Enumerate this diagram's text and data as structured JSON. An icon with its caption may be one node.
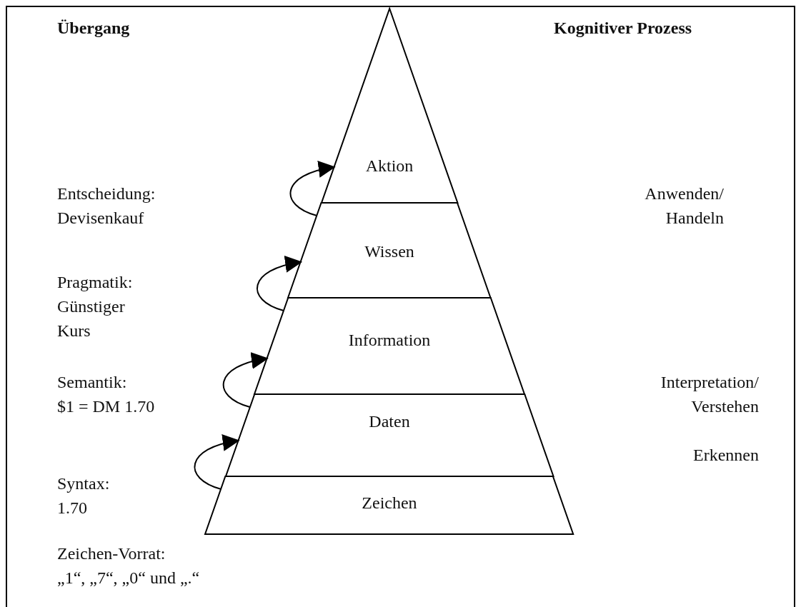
{
  "diagram": {
    "nodes": [
      {
        "text": [
          "Aktion"
        ]
      },
      {
        "text": [
          "Wissen"
        ]
      },
      {
        "text": [
          "Information"
        ]
      },
      {
        "text": [
          "Daten"
        ]
      },
      {
        "text": [
          "Zeichen"
        ]
      }
    ],
    "edges": [
      {
        "from": 4,
        "to": 3,
        "arrow": "to"
      },
      {
        "from": 3,
        "to": 2,
        "arrow": "to"
      },
      {
        "from": 2,
        "to": 1,
        "arrow": "to"
      },
      {
        "from": 1,
        "to": 0,
        "arrow": "to"
      }
    ],
    "labels": [
      "Übergang",
      "Kognitiver Prozess",
      "Entscheidung: Devisenkauf",
      "Anwenden/ Handeln",
      "Pragmatik: Günstiger Kurs",
      "Semantik: $1 = DM 1.70",
      "Interpretation/ Verstehen",
      "Erkennen",
      "Syntax: 1.70",
      "Zeichen-Vorrat: „1“, „7“, „0“ und „.“"
    ]
  }
}
